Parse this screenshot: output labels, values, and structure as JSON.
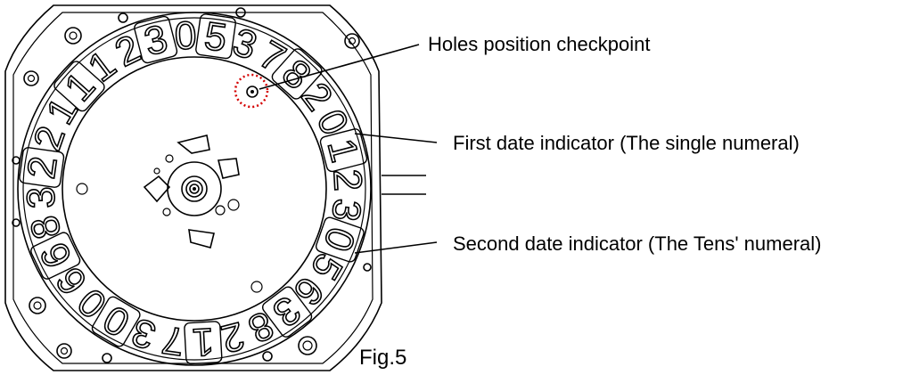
{
  "labels": {
    "holes": "Holes position checkpoint",
    "first": "First date indicator (The single numeral)",
    "second": "Second date indicator (The Tens' numeral)",
    "figure": "Fig.5"
  },
  "date_wheel": {
    "numerals": [
      "5",
      "3",
      "7",
      "8",
      "2",
      "0",
      "1",
      "2",
      "3",
      "0",
      "5",
      "6",
      "3",
      "8",
      "2",
      "1",
      "7",
      "3",
      "0",
      "0",
      "6",
      "6",
      "8",
      "3",
      "2",
      "2",
      "1",
      "1",
      "1",
      "2",
      "3",
      "0"
    ]
  }
}
